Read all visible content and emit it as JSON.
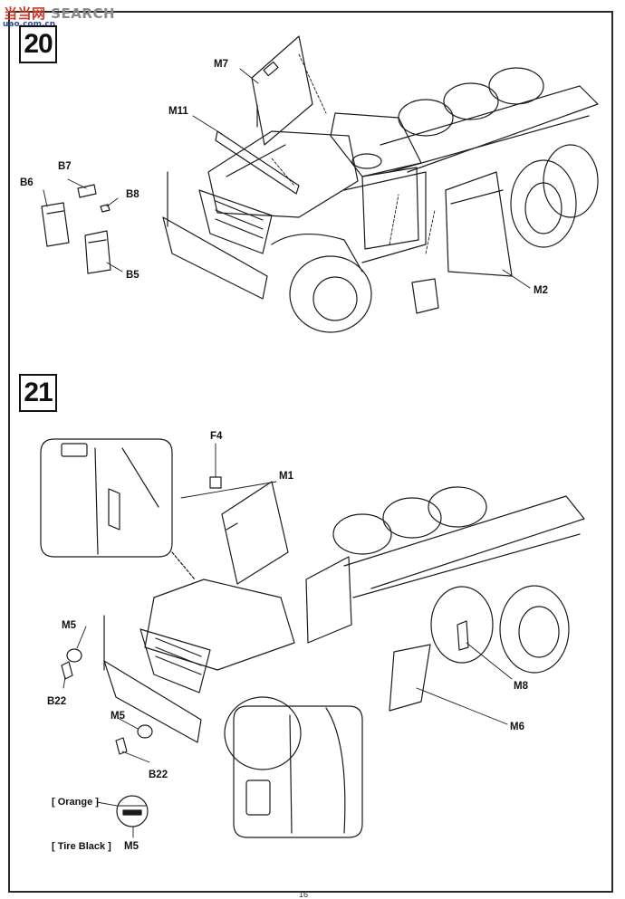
{
  "watermark": {
    "cjk": "当当网",
    "word": "SEARCH",
    "sub": "uao.com.cn"
  },
  "steps": [
    {
      "number": "20"
    },
    {
      "number": "21"
    }
  ],
  "step20_callouts": {
    "m7": "M7",
    "m11": "M11",
    "b7": "B7",
    "b6": "B6",
    "b8": "B8",
    "b5": "B5",
    "m2": "M2"
  },
  "step21_callouts": {
    "f4": "F4",
    "m1": "M1",
    "m5_top": "M5",
    "b22_top": "B22",
    "m5_mid": "M5",
    "b22_bottom": "B22",
    "m8": "M8",
    "m6": "M6"
  },
  "paint_legend": {
    "orange": "[ Orange ]",
    "tire_black": "[ Tire Black ]",
    "part": "M5",
    "colors": {
      "orange": "#e0843a",
      "tire_black": "#1a1a1a"
    }
  },
  "page_number": "16"
}
